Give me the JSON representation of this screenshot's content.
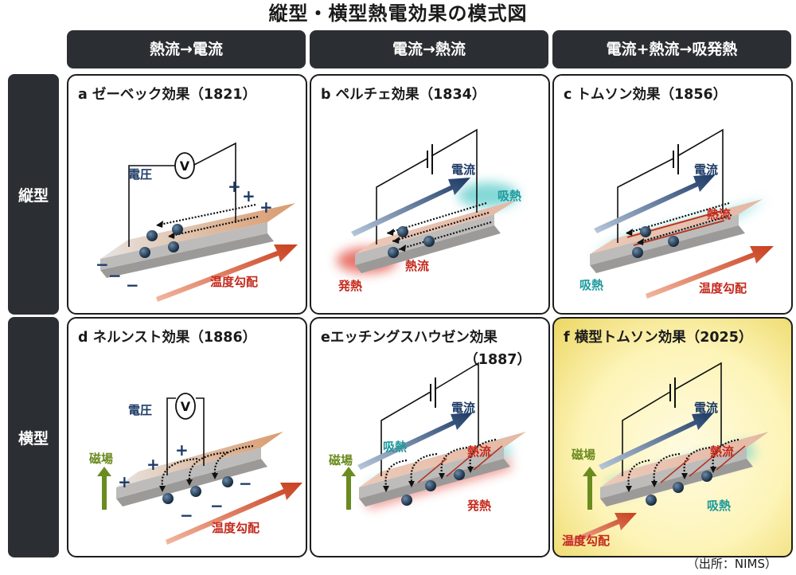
{
  "title": "縦型・横型熱電効果の模式図",
  "columns": [
    "熱流→電流",
    "電流→熱流",
    "電流+熱流→吸発熱"
  ],
  "rows": [
    "縦型",
    "横型"
  ],
  "panels": {
    "a": {
      "title": "a ゼーベック効果（1821）",
      "voltage": "電圧",
      "meter": "V",
      "gradient": "温度勾配"
    },
    "b": {
      "title": "b ペルチェ効果（1834）",
      "current": "電流",
      "absorb": "吸熱",
      "heatflow": "熱流",
      "emit": "発熱"
    },
    "c": {
      "title": "c トムソン効果（1856）",
      "current": "電流",
      "heatflow": "熱流",
      "absorb": "吸熱",
      "gradient": "温度勾配"
    },
    "d": {
      "title": "d ネルンスト効果（1886）",
      "voltage": "電圧",
      "meter": "V",
      "field": "磁場",
      "gradient": "温度勾配"
    },
    "e": {
      "title": "eエッチングスハウゼン効果",
      "year": "（1887）",
      "current": "電流",
      "absorb": "吸熱",
      "heatflow": "熱流",
      "field": "磁場",
      "emit": "発熱"
    },
    "f": {
      "title": "f 横型トムソン効果（2025）",
      "current": "電流",
      "heatflow": "熱流",
      "field": "磁場",
      "absorb": "吸熱",
      "gradient": "温度勾配"
    }
  },
  "source": "（出所：NIMS）",
  "colors": {
    "dark": "#2b2f33",
    "navy": "#1c3a66",
    "red": "#c4291c",
    "teal": "#1f9a9c",
    "green": "#6a8b1f",
    "highlight": "#f6e88a"
  }
}
